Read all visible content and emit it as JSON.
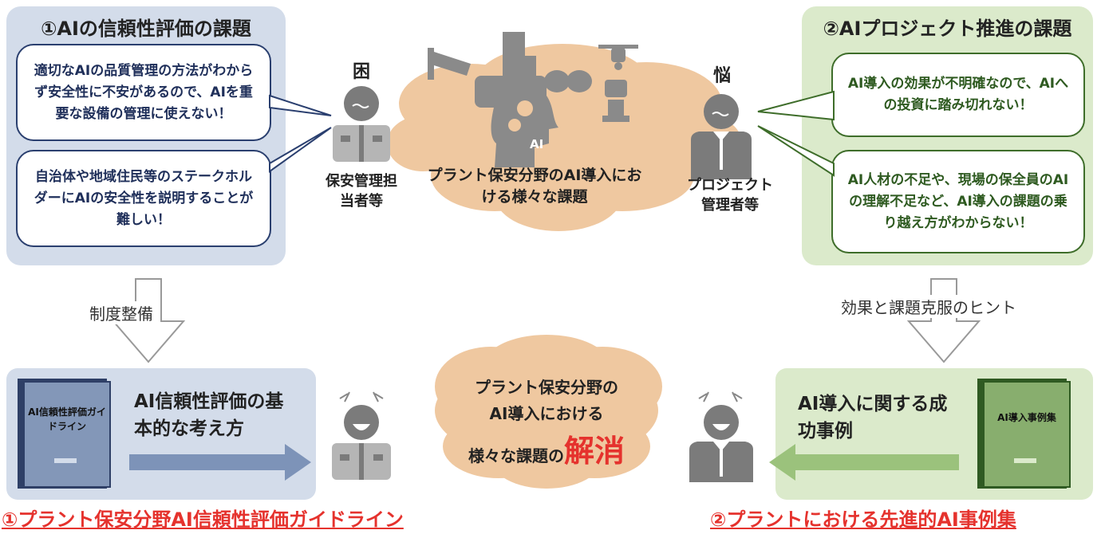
{
  "left_panel": {
    "title": "①AIの信頼性評価の課題",
    "bubble1": "適切なAIの品質管理の方法がわからず安全性に不安があるので、AIを重要な設備の管理に使えない！",
    "bubble2": "自治体や地域住民等のステークホルダーにAIの安全性を説明することが難しい！"
  },
  "right_panel": {
    "title": "②AIプロジェクト推進の課題",
    "bubble1": "AI導入の効果が不明確なので、AIへの投資に踏み切れない！",
    "bubble2": "AI人材の不足や、現場の保全員のAIの理解不足など、AI導入の課題の乗り越え方がわからない！"
  },
  "center_top": {
    "cloud_text": "プラント保安分野のAI導入における様々な課題",
    "ai_label": "AI",
    "worker_mark": "困",
    "worker_label": "保安管理担当者等",
    "manager_mark": "悩",
    "manager_label": "プロジェクト管理者等"
  },
  "arrows": {
    "left_label": "制度整備",
    "right_label": "効果と課題克服のヒント"
  },
  "bottom_left": {
    "book_title": "AI信頼性評価ガイドライン",
    "text": "AI信頼性評価の基本的な考え方"
  },
  "bottom_right": {
    "book_title": "AI導入事例集",
    "text": "AI導入に関する成功事例"
  },
  "center_bottom": {
    "cloud_line1": "プラント保安分野の",
    "cloud_line2": "AI導入における",
    "cloud_line3a": "様々な課題の",
    "cloud_line3b": "解消"
  },
  "bottom_titles": {
    "left": "①プラント保安分野AI信頼性評価ガイドライン",
    "right": "②プラントにおける先進的AI事例集"
  },
  "colors": {
    "blue_panel": "#d3dcea",
    "green_panel": "#dbeacb",
    "cloud": "#efc8a0",
    "red": "#e5322d"
  }
}
